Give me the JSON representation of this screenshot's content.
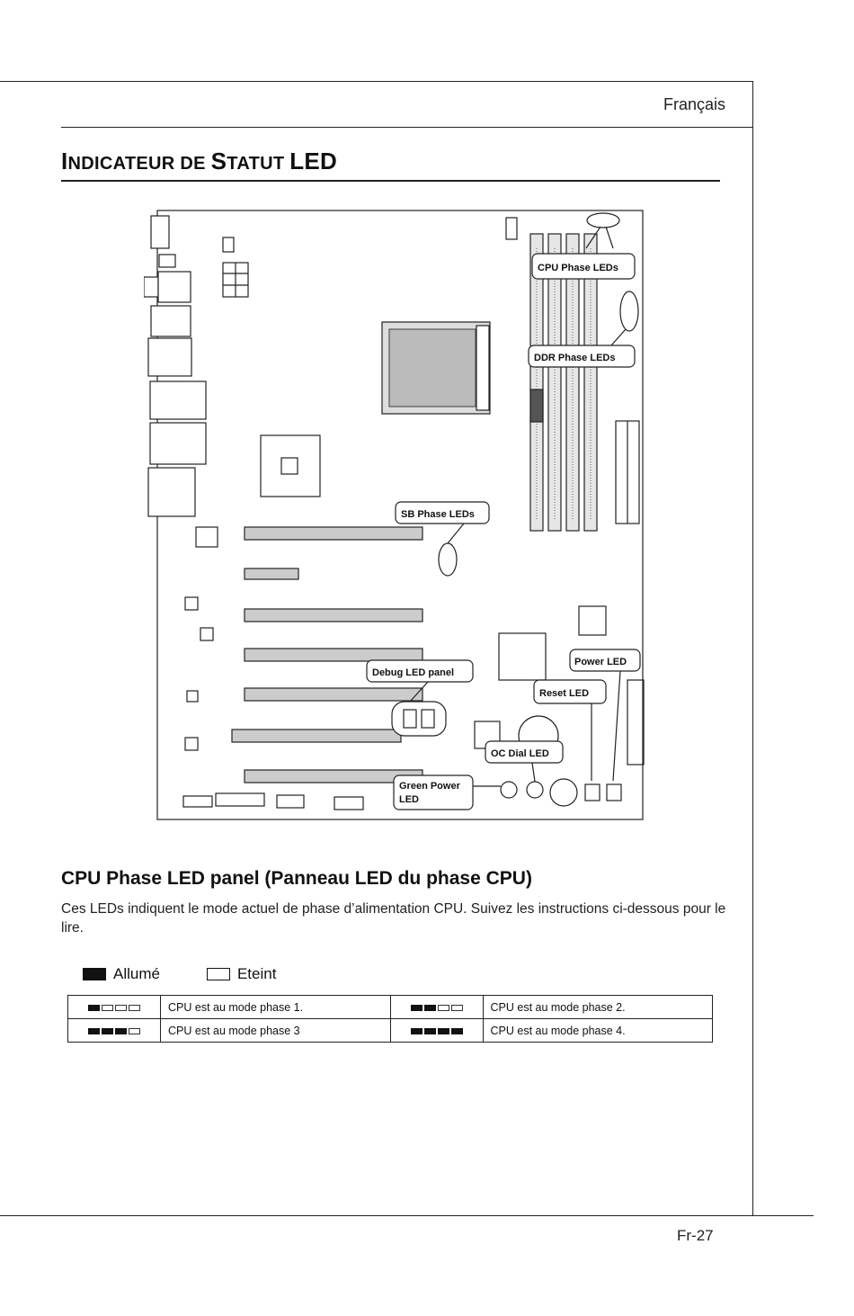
{
  "header": {
    "language": "Français"
  },
  "section": {
    "title_parts": [
      "I",
      "NDICATEUR DE ",
      "S",
      "TATUT ",
      "LED"
    ]
  },
  "diagram": {
    "callouts": {
      "cpu_phase": "CPU Phase LEDs",
      "ddr_phase": "DDR Phase LEDs",
      "sb_phase": "SB Phase LEDs",
      "debug_panel": "Debug LED panel",
      "power_led": "Power LED",
      "reset_led": "Reset LED",
      "oc_dial": "OC Dial LED",
      "green_power_line1": "Green Power",
      "green_power_line2": "LED"
    }
  },
  "cpu_phase_panel": {
    "heading": "CPU Phase LED panel (Panneau LED du phase CPU)",
    "description": "Ces LEDs indiquent le mode actuel de phase d’alimentation CPU. Suivez les instructions ci-dessous pour le lire.",
    "legend": {
      "on_label": "Allumé",
      "off_label": "Eteint"
    },
    "table": {
      "rows": [
        [
          {
            "leds": [
              1,
              0,
              0,
              0
            ],
            "text": "CPU est au mode phase 1."
          },
          {
            "leds": [
              1,
              1,
              0,
              0
            ],
            "text": "CPU est au mode phase 2."
          }
        ],
        [
          {
            "leds": [
              1,
              1,
              1,
              0
            ],
            "text": "CPU est au mode phase 3"
          },
          {
            "leds": [
              1,
              1,
              1,
              1
            ],
            "text": "CPU est au mode phase 4."
          }
        ]
      ]
    }
  },
  "footer": {
    "page_number": "Fr-27"
  }
}
